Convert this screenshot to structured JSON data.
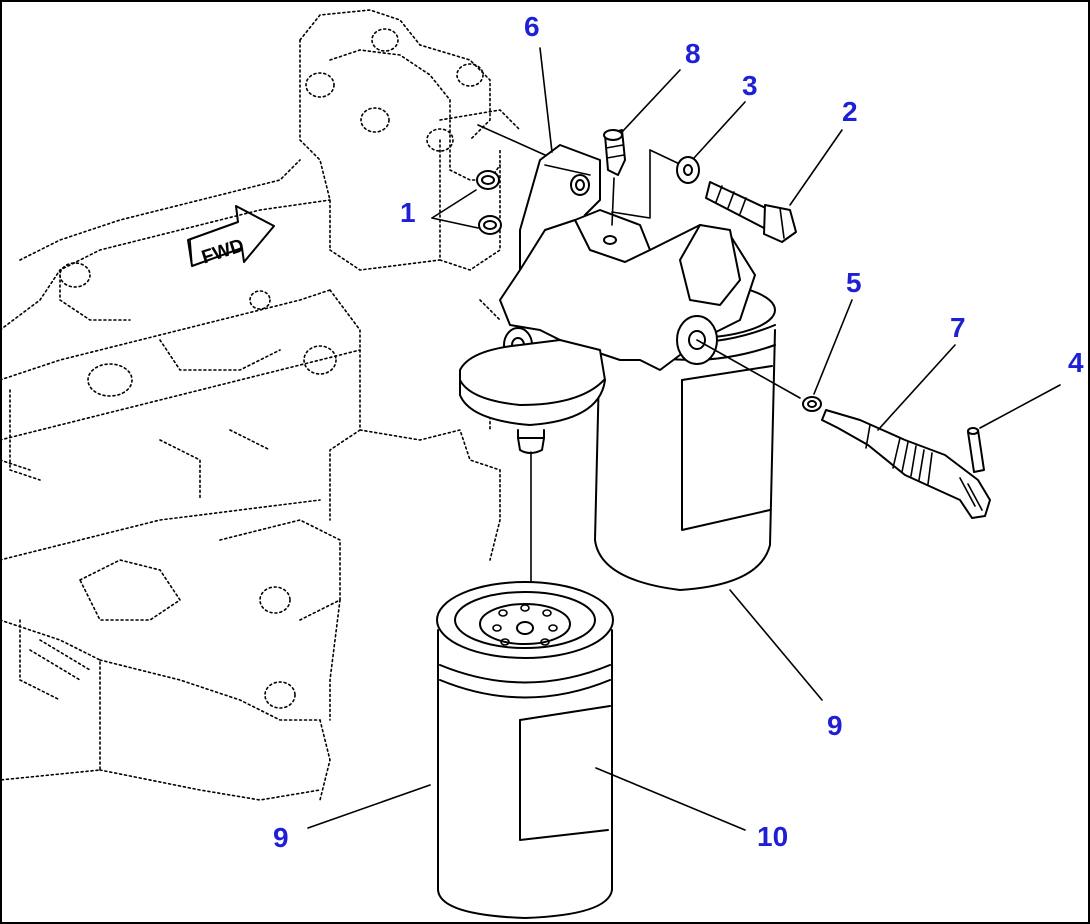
{
  "diagram": {
    "direction_marker": "FWD",
    "callouts": [
      {
        "id": "c1",
        "label": "1"
      },
      {
        "id": "c2",
        "label": "2"
      },
      {
        "id": "c3",
        "label": "3"
      },
      {
        "id": "c4",
        "label": "4"
      },
      {
        "id": "c5",
        "label": "5"
      },
      {
        "id": "c6",
        "label": "6"
      },
      {
        "id": "c7",
        "label": "7"
      },
      {
        "id": "c8",
        "label": "8"
      },
      {
        "id": "c9a",
        "label": "9"
      },
      {
        "id": "c9b",
        "label": "9"
      },
      {
        "id": "c10",
        "label": "10"
      }
    ]
  }
}
